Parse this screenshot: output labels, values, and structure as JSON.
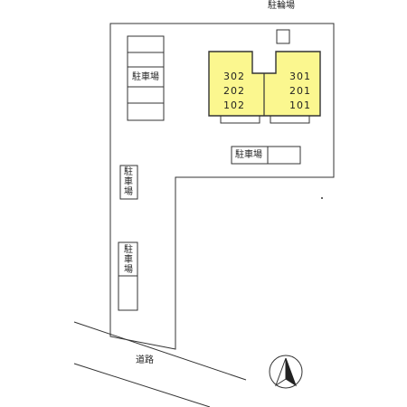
{
  "labels": {
    "bicycle_parking": "駐輪場",
    "parking": "駐車場",
    "road": "道路"
  },
  "building": {
    "left_units": [
      "302",
      "202",
      "102"
    ],
    "right_units": [
      "301",
      "201",
      "101"
    ]
  },
  "compass": {
    "icon": "north-arrow-icon"
  },
  "colors": {
    "building_fill": "#fbf78f",
    "line": "#333333",
    "background": "#ffffff"
  }
}
